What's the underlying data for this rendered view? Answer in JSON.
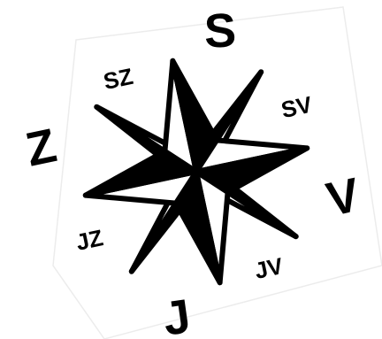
{
  "labels": {
    "north": "S",
    "west": "Z",
    "east": "V",
    "south": "J",
    "northwest": "SZ",
    "northeast": "SV",
    "southwest": "JZ",
    "southeast": "JV"
  },
  "colors": {
    "ink": "#000000",
    "paper": "#ffffff",
    "page_edge": "#e6e6e6"
  }
}
